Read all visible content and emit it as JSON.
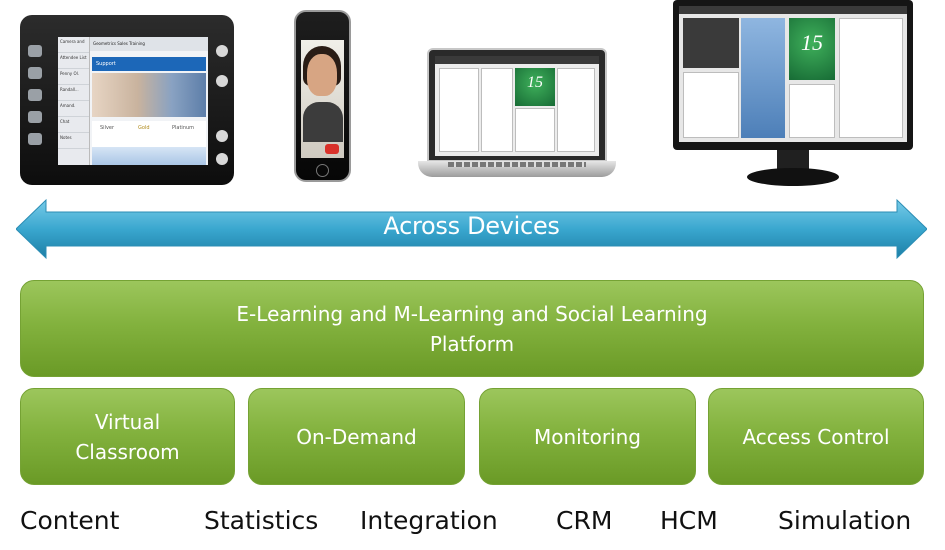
{
  "devices": {
    "tablet": {
      "header_left": "Camera and",
      "header_right": "Geometrics Sales Training",
      "attendee_list": "Attendee List",
      "attendees": [
        "Penny Ol.",
        "Randall...",
        "Amand."
      ],
      "chat": "Chat",
      "notes": "Notes",
      "support": "Support",
      "tiers": [
        "Silver",
        "Gold",
        "Platinum"
      ]
    },
    "laptop": {
      "score": "15"
    },
    "monitor": {
      "score": "15"
    }
  },
  "arrow": {
    "label": "Across Devices",
    "color": "#3aa7cf"
  },
  "platform": {
    "label": "E-Learning  and M-Learning and Social Learning\nPlatform"
  },
  "modules": [
    {
      "label": "Virtual\nClassroom"
    },
    {
      "label": "On-Demand"
    },
    {
      "label": "Monitoring"
    },
    {
      "label": "Access Control"
    }
  ],
  "capabilities": [
    "Content",
    "Statistics",
    "Integration",
    "CRM",
    "HCM",
    "Simulation"
  ],
  "colors": {
    "box_green": "#83b23e",
    "arrow_blue": "#3aa7cf",
    "text_dark": "#111111"
  }
}
